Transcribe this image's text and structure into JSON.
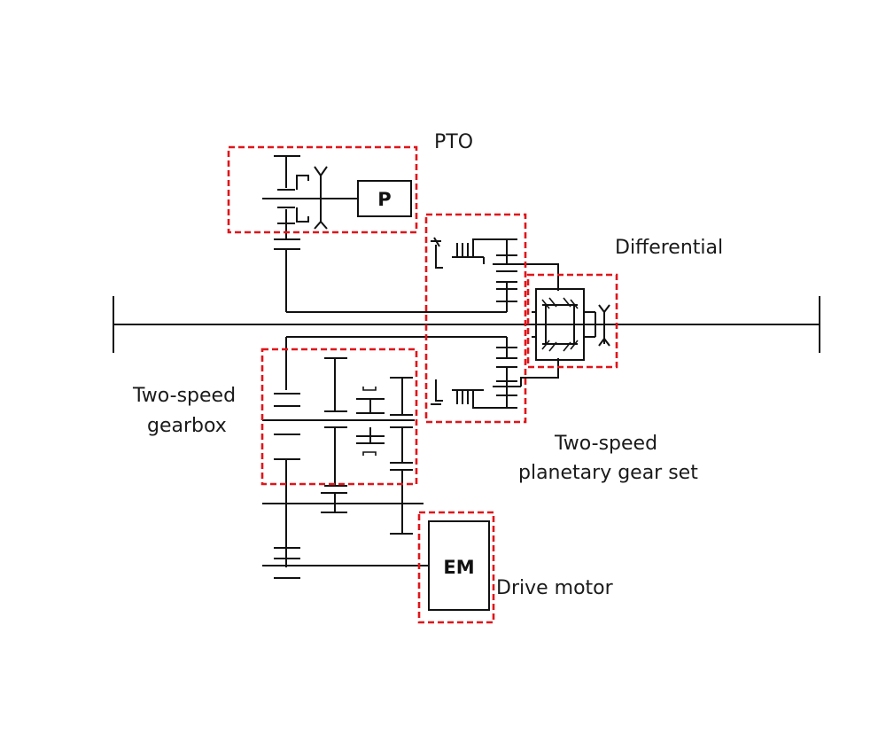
{
  "labels": {
    "pto": "PTO",
    "differential": "Differential",
    "gearbox_line1": "Two-speed",
    "gearbox_line2": "gearbox",
    "planetary_line1": "Two-speed",
    "planetary_line2": "planetary gear set",
    "drive_motor": "Drive motor"
  },
  "blocks": {
    "pump": "P",
    "motor": "EM"
  },
  "colors": {
    "highlight": "#e0151a",
    "line": "#111111"
  }
}
